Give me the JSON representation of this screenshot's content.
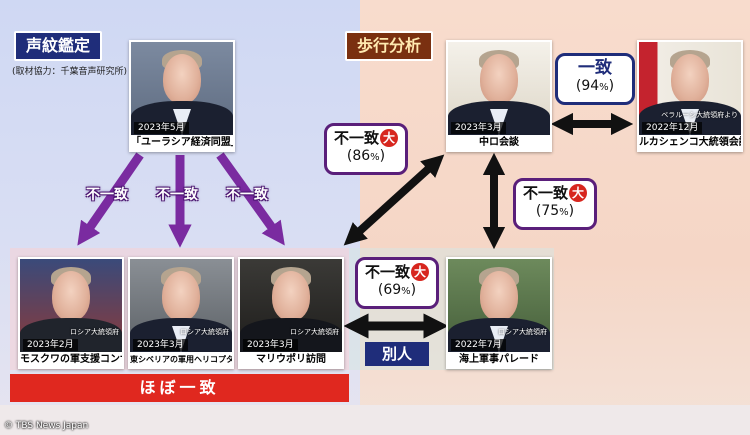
{
  "sections": {
    "voice": "声紋鑑定",
    "walk": "歩行分析"
  },
  "credit": "(取材協力：千葉音声研究所)",
  "cards": {
    "eurasia": {
      "date": "2023年5月",
      "caption": "「ユーラシア経済同盟」首脳会議"
    },
    "china": {
      "date": "2023年3月",
      "caption": "中ロ会談"
    },
    "lukashenko": {
      "date": "2022年12月",
      "caption": "ルカシェンコ大統領会談",
      "source": "ベラルーシ大統領府より"
    },
    "moscow": {
      "date": "2023年2月",
      "caption": "モスクワの軍支援コンサート",
      "source": "ロシア大統領府"
    },
    "siberia": {
      "date": "2023年3月",
      "caption": "東シベリアの軍用ヘリコプター工場視察",
      "source": "ロシア大統領府"
    },
    "mariupol": {
      "date": "2023年3月",
      "caption": "マリウポリ訪問",
      "source": "ロシア大統領府"
    },
    "parade": {
      "date": "2022年7月",
      "caption": "海上軍事パレード",
      "source": "ロシア大統領府"
    }
  },
  "mismatch_labels": [
    "不一致",
    "不一致",
    "不一致"
  ],
  "bubbles": {
    "match94": {
      "label": "一致",
      "pct": "94",
      "unit": "%"
    },
    "mismatch86": {
      "label": "不一致",
      "mark": "大",
      "pct": "86",
      "unit": "%"
    },
    "mismatch75": {
      "label": "不一致",
      "mark": "大",
      "pct": "75",
      "unit": "%"
    },
    "mismatch69": {
      "label": "不一致",
      "mark": "大",
      "pct": "69",
      "unit": "%"
    }
  },
  "almost_match": "ほぼ一致",
  "different_person": "別人",
  "watermark": "© TBS News Japan",
  "colors": {
    "purple": "#7a2ba0",
    "red": "#e0281f",
    "navy": "#1f2d7a",
    "arrow_black": "#111111"
  }
}
